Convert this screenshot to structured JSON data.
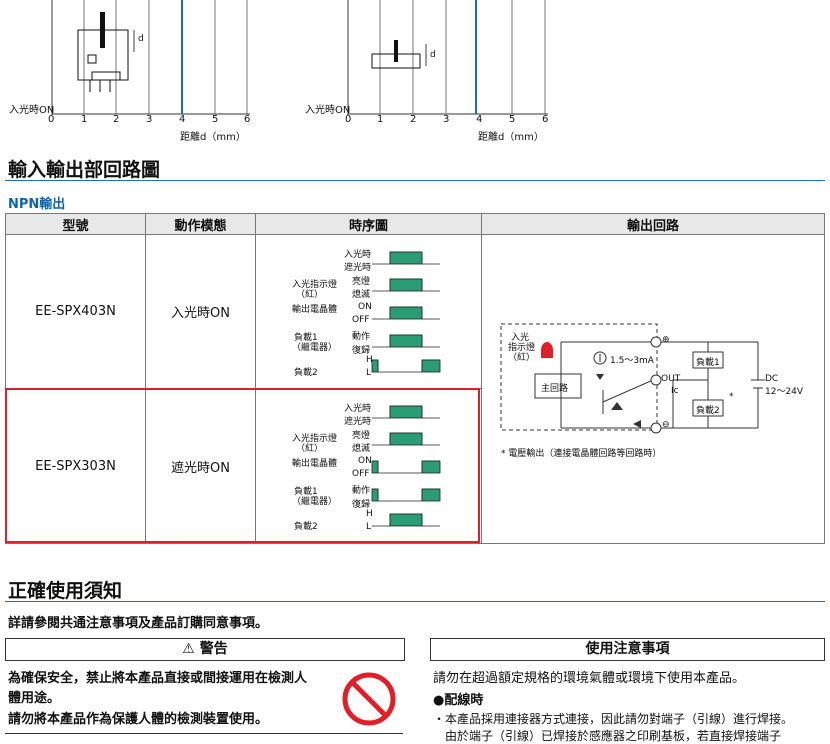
{
  "top_charts": {
    "left": {
      "y_label": "入光時ON",
      "x_ticks": [
        "0",
        "1",
        "2",
        "3",
        "4",
        "5",
        "6"
      ],
      "x_label": "距離d（mm）",
      "d_label": "d"
    },
    "right": {
      "y_label": "入光時ON",
      "x_ticks": [
        "0",
        "1",
        "2",
        "3",
        "4",
        "5",
        "6"
      ],
      "x_label": "距離d（mm）",
      "d_label": "d"
    }
  },
  "section_io": {
    "title": "輸入輸出部回路圖",
    "subtitle": "NPN輸出",
    "headers": [
      "型號",
      "動作模態",
      "時序圖",
      "輸出回路"
    ],
    "rows": [
      {
        "model": "EE-SPX403N",
        "mode": "入光時ON"
      },
      {
        "model": "EE-SPX303N",
        "mode": "遮光時ON"
      }
    ],
    "timing_labels": {
      "light_on": "入光時",
      "light_off": "遮光時",
      "indicator": "入光指示燈",
      "indicator_sub": "（紅）",
      "lit": "亮燈",
      "unlit": "熄滅",
      "transistor": "輸出電晶體",
      "on": "ON",
      "off": "OFF",
      "load1": "負載1",
      "load1_sub": "（繼電器）",
      "operate": "動作",
      "reset": "復歸",
      "load2": "負載2",
      "high": "H",
      "low": "L"
    },
    "circuit": {
      "indicator": "入光",
      "indicator2": "指示燈",
      "indicator3": "（紅）",
      "main": "主回路",
      "current": "1.5～3mA",
      "out": "OUT",
      "ic": "Ic",
      "load1": "負載1",
      "load2": "負載2",
      "dc": "DC",
      "voltage": "12～24V",
      "plus": "⊕",
      "minus": "⊖",
      "asterisk": "*",
      "footnote": "* 電壓輸出（連接電晶體回路等回路時）"
    }
  },
  "section_safety": {
    "title": "正確使用須知",
    "intro": "詳請參閱共通注意事項及產品訂購同意事項。",
    "warning_header": "警告",
    "warning_line1": "為確保安全，禁止將本產品直接或間接運用在檢測人",
    "warning_line2": "體用途。",
    "warning_line3": "請勿將本產品作為保護人體的檢測裝置使用。",
    "usage_header": "使用注意事項",
    "usage_line1": "請勿在超過額定規格的環境氣體或環境下使用本產品。",
    "wiring_title": "●配線時",
    "wiring_line1": "・本產品採用連接器方式連接，因此請勿對端子（引線）進行焊接。",
    "wiring_line2": "　由於端子（引線）已焊接於感應器之印刷基板，若直接焊接端子"
  },
  "colors": {
    "accent": "#0b64b4",
    "highlight": "#e21e26",
    "signal": "#2a9d74"
  }
}
